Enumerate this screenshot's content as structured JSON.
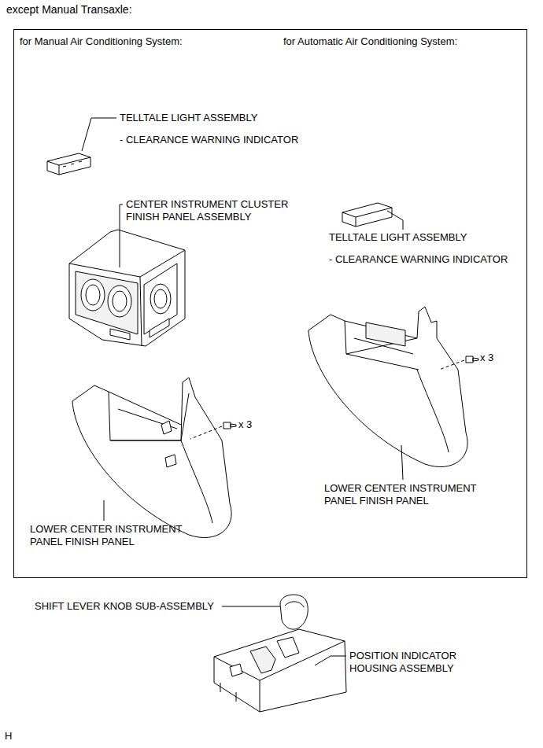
{
  "diagram": {
    "title": "except Manual Transaxle:",
    "nodes": [
      {
        "text": [
          "for Manual Air Conditioning System:",
          "for Automatic Air Conditioning System:"
        ]
      }
    ],
    "labels": [
      "TELLTALE LIGHT ASSEMBLY",
      "- CLEARANCE WARNING INDICATOR",
      "CENTER INSTRUMENT CLUSTER FINISH PANEL ASSEMBLY",
      "TELLTALE LIGHT ASSEMBLY",
      "- CLEARANCE WARNING INDICATOR",
      "x 3",
      "LOWER CENTER INSTRUMENT PANEL FINISH PANEL",
      "x 3",
      "LOWER CENTER INSTRUMENT PANEL FINISH PANEL",
      "SHIFT LEVER KNOB SUB-ASSEMBLY",
      "POSITION INDICATOR HOUSING ASSEMBLY",
      "H"
    ]
  }
}
